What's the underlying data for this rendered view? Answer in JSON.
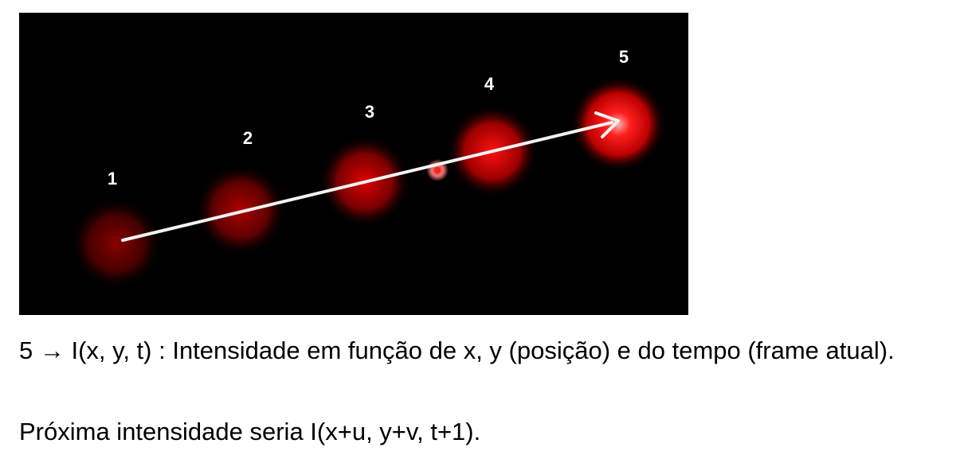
{
  "figure": {
    "frames": [
      {
        "label": "1",
        "intensity": 0.35
      },
      {
        "label": "2",
        "intensity": 0.5
      },
      {
        "label": "3",
        "intensity": 0.7
      },
      {
        "label": "4",
        "intensity": 0.85
      },
      {
        "label": "5",
        "intensity": 1.0
      }
    ],
    "colors": {
      "background": "#000000",
      "blob": "#ff1a1a",
      "arrow": "#ffffff",
      "label": "#ffffff"
    }
  },
  "caption": {
    "line1": "5 → I(x, y, t) : Intensidade em função de x, y (posição) e do tempo (frame atual).",
    "line2": "Próxima intensidade seria I(x+u, y+v, t+1)."
  }
}
